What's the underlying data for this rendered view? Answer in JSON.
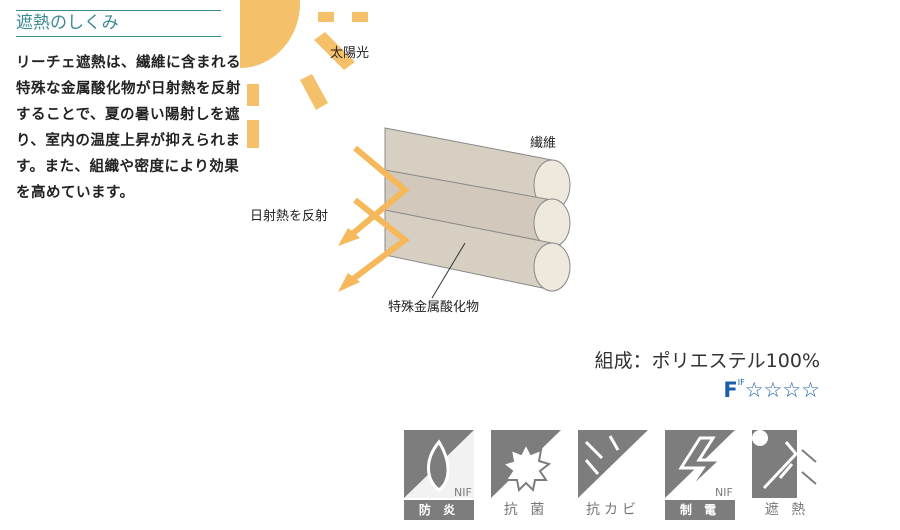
{
  "title": "遮熱のしくみ",
  "description": "リーチェ遮熱は、繊維に含まれる特殊な金属酸化物が日射熱を反射することで、夏の暑い陽射しを遮り、室内の温度上昇が抑えられます。また、組織や密度により効果を高めています。",
  "diagram": {
    "sun_label": "太陽光",
    "fiber_label": "繊維",
    "reflect_label": "日射熱を反射",
    "oxide_label": "特殊金属酸化物"
  },
  "composition": "組成：ポリエステル100%",
  "f_mark": {
    "letter": "F",
    "sup": "IF",
    "stars": "☆☆☆☆"
  },
  "icons": [
    {
      "name": "flame-retardant",
      "label": "防 炎",
      "badge": "NIF"
    },
    {
      "name": "antibacterial",
      "label": "抗 菌"
    },
    {
      "name": "anti-mold",
      "label": "抗カビ"
    },
    {
      "name": "antistatic",
      "label": "制 電",
      "badge": "NIF"
    },
    {
      "name": "heat-shield",
      "label": "遮 熱"
    }
  ],
  "colors": {
    "accent": "#3b8a93",
    "sun": "#f5c06a",
    "icon_gray": "#7d7d7d",
    "f_blue": "#1a5fa8"
  }
}
